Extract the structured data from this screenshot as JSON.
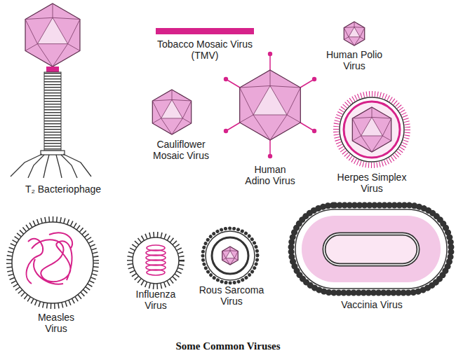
{
  "diagram": {
    "caption": "Some Common Viruses",
    "labels": [
      "T₂ Bacteriophage",
      "Tobacco Mosaic Virus (TMV)",
      "Human Polio Virus",
      "Cauliflower Mosaic Virus",
      "Human Adino Virus",
      "Herpes Simplex Virus",
      "Measles Virus",
      "Influenza Virus",
      "Rous Sarcoma Virus",
      "Vaccinia Virus"
    ]
  }
}
